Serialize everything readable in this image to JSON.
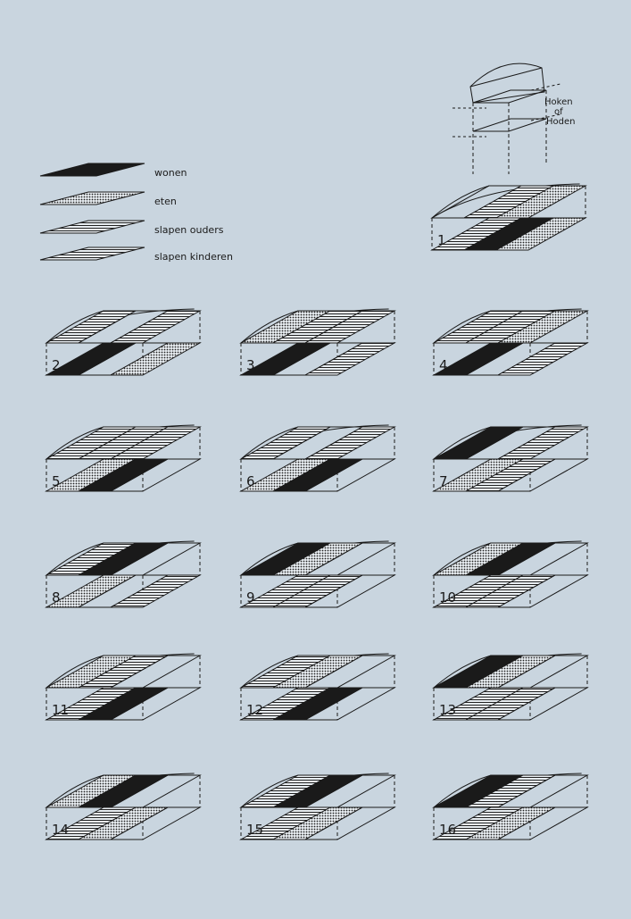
{
  "legend": {
    "wonen": "wonen",
    "eten": "eten",
    "slapen_ouders": "slapen ouders",
    "slapen_kinderen": "slapen kinderen"
  },
  "annotation": {
    "line1": "Hoken",
    "line2": "of",
    "line3": "Hoden"
  },
  "diagrams": [
    {
      "label": "1",
      "upper": [
        "blank",
        "bars",
        "dots"
      ],
      "lower": [
        "bars",
        "solid",
        "dots"
      ]
    },
    {
      "label": "2",
      "upper": [
        "bars",
        "blank",
        "bars"
      ],
      "lower": [
        "solid",
        "blank",
        "dots"
      ]
    },
    {
      "label": "3",
      "upper": [
        "dots",
        "bars",
        "bars"
      ],
      "lower": [
        "solid",
        "blank",
        "bars"
      ]
    },
    {
      "label": "4",
      "upper": [
        "bars",
        "bars",
        "dots"
      ],
      "lower": [
        "solid",
        "blank",
        "bars"
      ]
    },
    {
      "label": "5",
      "upper": [
        "bars",
        "bars",
        "bars"
      ],
      "lower": [
        "dots",
        "solid",
        "blank"
      ]
    },
    {
      "label": "6",
      "upper": [
        "bars",
        "blank",
        "bars"
      ],
      "lower": [
        "dots",
        "solid",
        "blank"
      ]
    },
    {
      "label": "7",
      "upper": [
        "solid",
        "blank",
        "bars"
      ],
      "lower": [
        "dots",
        "bars",
        "blank"
      ]
    },
    {
      "label": "8",
      "upper": [
        "bars",
        "solid",
        "blank"
      ],
      "lower": [
        "dots",
        "blank",
        "bars"
      ]
    },
    {
      "label": "9",
      "upper": [
        "solid",
        "dots",
        "blank"
      ],
      "lower": [
        "bars",
        "bars",
        "blank"
      ]
    },
    {
      "label": "10",
      "upper": [
        "dots",
        "solid",
        "blank"
      ],
      "lower": [
        "bars",
        "bars",
        "blank"
      ]
    },
    {
      "label": "11",
      "upper": [
        "dots",
        "bars",
        "blank"
      ],
      "lower": [
        "bars",
        "solid",
        "blank"
      ]
    },
    {
      "label": "12",
      "upper": [
        "bars",
        "dots",
        "blank"
      ],
      "lower": [
        "bars",
        "solid",
        "blank"
      ]
    },
    {
      "label": "13",
      "upper": [
        "solid",
        "dots",
        "blank"
      ],
      "lower": [
        "bars",
        "bars",
        "blank"
      ]
    },
    {
      "label": "14",
      "upper": [
        "dots",
        "solid",
        "blank"
      ],
      "lower": [
        "bars",
        "dots",
        "blank"
      ]
    },
    {
      "label": "15",
      "upper": [
        "bars",
        "solid",
        "blank"
      ],
      "lower": [
        "bars",
        "dots",
        "blank"
      ]
    },
    {
      "label": "16",
      "upper": [
        "solid",
        "bars",
        "blank"
      ],
      "lower": [
        "bars",
        "dots",
        "blank"
      ]
    }
  ]
}
